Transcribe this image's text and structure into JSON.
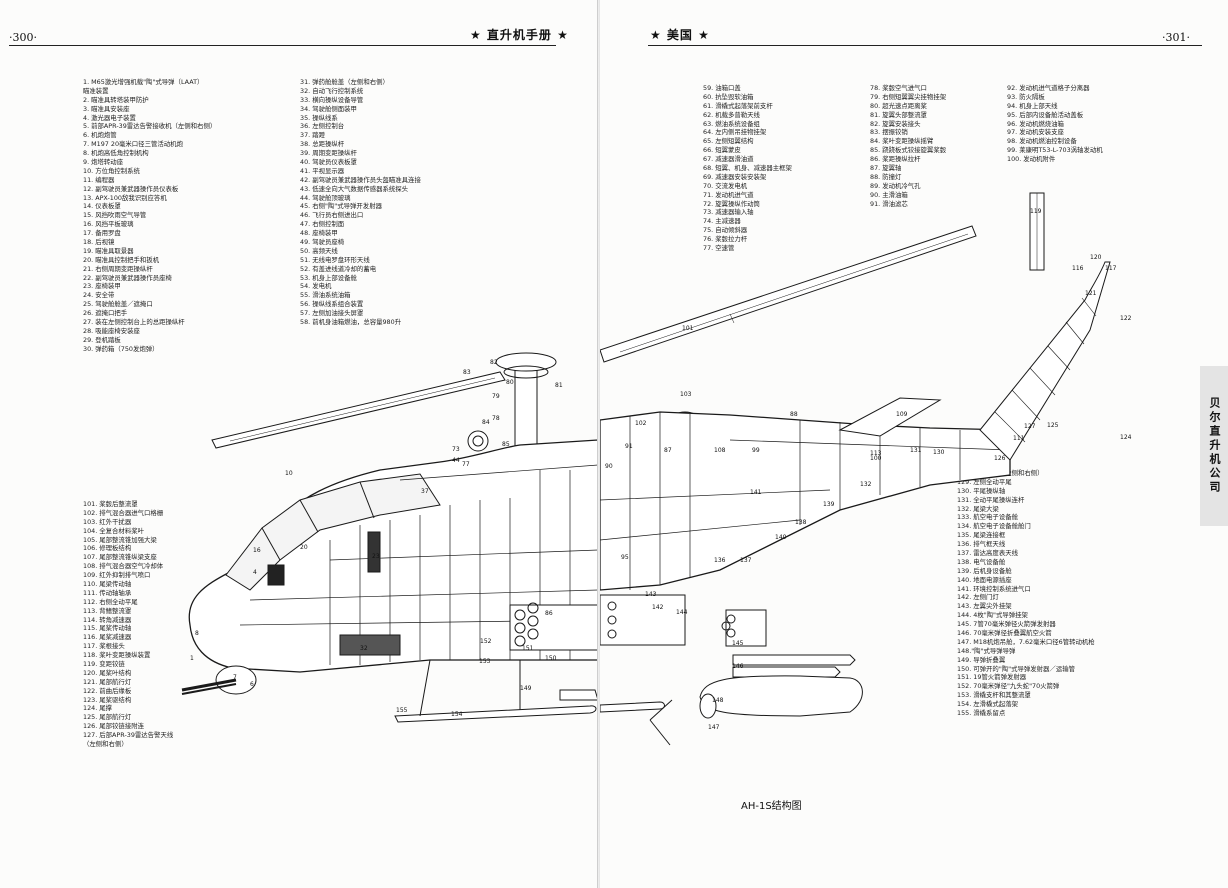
{
  "left_page": {
    "page_number": "·300·",
    "running_head": "★ 直升机手册 ★",
    "legend_col1": [
      "1. M65激光增强机载\"陶\"式导弹（LAAT）",
      "瞄准装置",
      "2. 瞄准具转塔装甲防护",
      "3. 瞄准具安装座",
      "4. 激光器电子装置",
      "5. 前部APR-39雷达告警接收机（左侧和右侧）",
      "6. 机炮炮管",
      "7. M197 20毫米口径三管活动机炮",
      "8. 机炮高低角控制机构",
      "9. 炮塔转动座",
      "10. 方位角控制系统",
      "11. 编程器",
      "12. 副驾驶员兼武器操作员仪表板",
      "13. APX-100敌我识别应答机",
      "14. 仪表板罩",
      "15. 风挡吹雨空气导管",
      "16. 风挡平板玻璃",
      "17. 备用罗盘",
      "18. 后视镜",
      "19. 瞄准具取景器",
      "20. 瞄准具控制把手和扳机",
      "21. 右侧周期变距操纵杆",
      "22. 副驾驶员兼武器操作员座椅",
      "23. 座椅装甲",
      "24. 安全带",
      "25. 驾驶舱舱盖／遮掩口",
      "26. 遮掩口把手",
      "27. 装在左侧控制台上的总距操纵杆",
      "28. 吸能座椅安装座",
      "29. 登机踏板",
      "30. 弹药箱（750发炮弹）"
    ],
    "legend_col2": [
      "31. 弹药舱舱盖（左侧和右侧）",
      "32. 自动飞行控制系统",
      "33. 横向操纵设备导管",
      "34. 驾驶舱侧面装甲",
      "35. 操纵线系",
      "36. 左侧控制台",
      "37. 踏蹬",
      "38. 总距操纵杆",
      "39. 周期变距操纵杆",
      "40. 驾驶员仪表板罩",
      "41. 平视显示器",
      "42. 副驾驶员兼武器操作员头盔瞄准具连接",
      "43. 低速全向大气数据传感器系统探头",
      "44. 驾驶舱顶玻璃",
      "45. 右侧\"陶\"式导弹开发射器",
      "46. 飞行员右侧进出口",
      "47. 右侧控制面",
      "48. 座椅装甲",
      "49. 驾驶员座椅",
      "50. 高频天线",
      "51. 无线电罗盘环形天线",
      "52. 有盖进线道冷却的蓄电",
      "53. 机身上部设备舱",
      "54. 发电机",
      "55. 滑油系统油箱",
      "56. 操纵线系组合装置",
      "57. 左侧加油接头屏罩",
      "58. 前机身油箱燃油，总容量980升"
    ],
    "legend_col3": [
      "101. 桨毂后整流罩",
      "102. 排气混合器进气口格栅",
      "103. 红外干扰器",
      "104. 全复合材料桨叶",
      "105. 尾部整流锥加强大梁",
      "106. 修理板结构",
      "107. 尾部整流锥纵梁支座",
      "108. 排气混合器空气冷却体",
      "109. 红外抑制排气喷口",
      "110. 尾梁传动轴",
      "111. 传动轴轴承",
      "112. 右侧全动平尾",
      "113. 背鳍整流罩",
      "114. 转角减速器",
      "115. 尾桨传动轴",
      "116. 尾桨减速器",
      "117. 桨根接头",
      "118. 桨叶变距操纵装置",
      "119. 变距铰链",
      "120. 尾桨叶结构",
      "121. 尾部航行灯",
      "122. 前曲后缘板",
      "123. 尾桨驱结构",
      "124. 尾撑",
      "125. 尾部航行灯",
      "126. 尾部铰链接附连",
      "127. 后部APR-39雷达告警天线",
      "（左侧和右侧）"
    ]
  },
  "right_page": {
    "page_number": "·301·",
    "running_head": "★ 美国 ★",
    "side_tab": "贝尔直升机公司",
    "caption": "AH-1S结构图",
    "legend_col1": [
      "59. 油箱口盖",
      "60. 抗坠毁软油箱",
      "61. 滑橇式起落架前支杆",
      "62. 机载多普勒天线",
      "63. 燃油系统设备组",
      "64. 左内侧吊挂物挂架",
      "65. 左侧短翼结构",
      "66. 短翼蒙皮",
      "67. 减速器滑油道",
      "68. 短翼、机身、减速器主框架",
      "69. 减速器安装安装架",
      "70. 交流发电机",
      "71. 发动机进气道",
      "72. 旋翼操纵作动筒",
      "73. 减速器输入轴",
      "74. 主减速器",
      "75. 自动倾斜器",
      "76. 桨毂拉力杆",
      "77. 空速管"
    ],
    "legend_col2": [
      "78. 桨毂空气进气口",
      "79. 右侧短翼翼尖挂物挂架",
      "80. 超光速点距离桨",
      "81. 旋翼头部整流罩",
      "82. 旋翼安装接头",
      "83. 摆振铰销",
      "84. 桨叶变距操纵摇臂",
      "85. 跷跷板式铰接旋翼桨毂",
      "86. 桨距操纵拉杆",
      "87. 旋翼轴",
      "88. 防撞灯",
      "89. 发动机冷气孔",
      "90. 主滑油箱",
      "91. 滑油滤芯"
    ],
    "legend_col3": [
      "92. 发动机进气道格子分离器",
      "93. 防火隔板",
      "94. 机身上部天线",
      "95. 后部内设备舱活动盖板",
      "96. 发动机燃烧油箱",
      "97. 发动机安装支座",
      "98. 发动机燃油控制设备",
      "99. 莱康明T53-L-703涡轴发动机",
      "100. 发动机附件"
    ],
    "legend_col4": [
      "128. 快尔天线（左侧和右侧）",
      "129. 左侧全动平尾",
      "130. 平尾操纵轴",
      "131. 全动平尾操纵连杆",
      "132. 尾梁大梁",
      "133. 航空电子设备舱",
      "134. 航空电子设备舱舱门",
      "135. 尾梁连接框",
      "136. 排气框天线",
      "137. 雷达高度表天线",
      "138. 电气设备舱",
      "139. 后机身设备舱",
      "140. 地面电源插座",
      "141. 环境控制系统进气口",
      "142. 左侧门灯",
      "143. 左翼尖外挂架",
      "144. 4枚\"陶\"式导弹挂架",
      "145. 7管70毫米弹径火箭弹发射器",
      "146. 70毫米弹径折叠翼航空火箭",
      "147. M18机炮吊舱，7.62毫米口径6管转动机枪",
      "148.\"陶\"式导弹导弹",
      "149. 导弹折叠翼",
      "150. 可弹开的\"陶\"式导弹发射器／运输管",
      "151. 19管火箭弹发射器",
      "152. 70毫米弹径\"九头蛇\"70火箭弹",
      "153. 滑橇支杆和其整流罩",
      "154. 左滑橇式起落架",
      "155. 滑橇系留点"
    ]
  },
  "drawing_labels": {
    "left": [
      "1",
      "4",
      "6",
      "7",
      "8",
      "10",
      "16",
      "20",
      "23",
      "32",
      "37",
      "44",
      "73",
      "77",
      "78",
      "79",
      "80",
      "81",
      "82",
      "83",
      "84",
      "85",
      "86",
      "149",
      "150",
      "151",
      "152",
      "153",
      "154",
      "155"
    ],
    "right": [
      "87",
      "88",
      "90",
      "91",
      "95",
      "99",
      "100",
      "101",
      "102",
      "103",
      "108",
      "109",
      "111",
      "113",
      "116",
      "117",
      "119",
      "120",
      "121",
      "122",
      "124",
      "125",
      "126",
      "127",
      "130",
      "131",
      "132",
      "136",
      "137",
      "138",
      "139",
      "140",
      "141",
      "142",
      "143",
      "144",
      "145",
      "146",
      "147",
      "148"
    ]
  }
}
